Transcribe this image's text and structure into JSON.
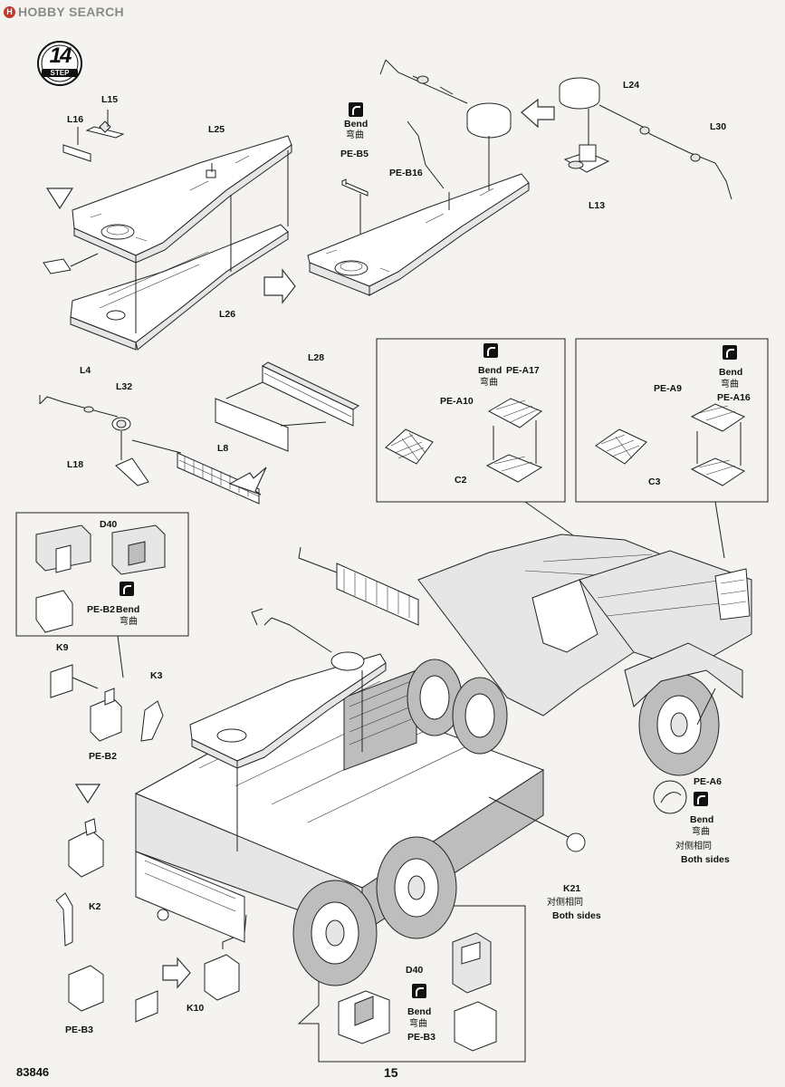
{
  "header": {
    "brand": "HOBBY SEARCH"
  },
  "step": {
    "number": "14",
    "word": "STEP"
  },
  "footer": {
    "code": "83846",
    "page": "15"
  },
  "bend": {
    "en": "Bend",
    "zh": "弯曲"
  },
  "both_sides": {
    "zh": "对侧相同",
    "en": "Both sides"
  },
  "parts": {
    "L15": "L15",
    "L16": "L16",
    "L25": "L25",
    "L26": "L26",
    "PE_B5": "PE-B5",
    "PE_B16": "PE-B16",
    "L24": "L24",
    "L30": "L30",
    "L13": "L13",
    "L4": "L4",
    "L32": "L32",
    "L18": "L18",
    "L28": "L28",
    "L8": "L8",
    "PE_A17": "PE-A17",
    "PE_A10": "PE-A10",
    "C2": "C2",
    "PE_A9": "PE-A9",
    "PE_A16": "PE-A16",
    "C3": "C3",
    "D40": "D40",
    "PE_B2": "PE-B2",
    "K9": "K9",
    "K3": "K3",
    "K2": "K2",
    "PE_B3": "PE-B3",
    "K10": "K10",
    "K21": "K21",
    "PE_A6": "PE-A6"
  }
}
